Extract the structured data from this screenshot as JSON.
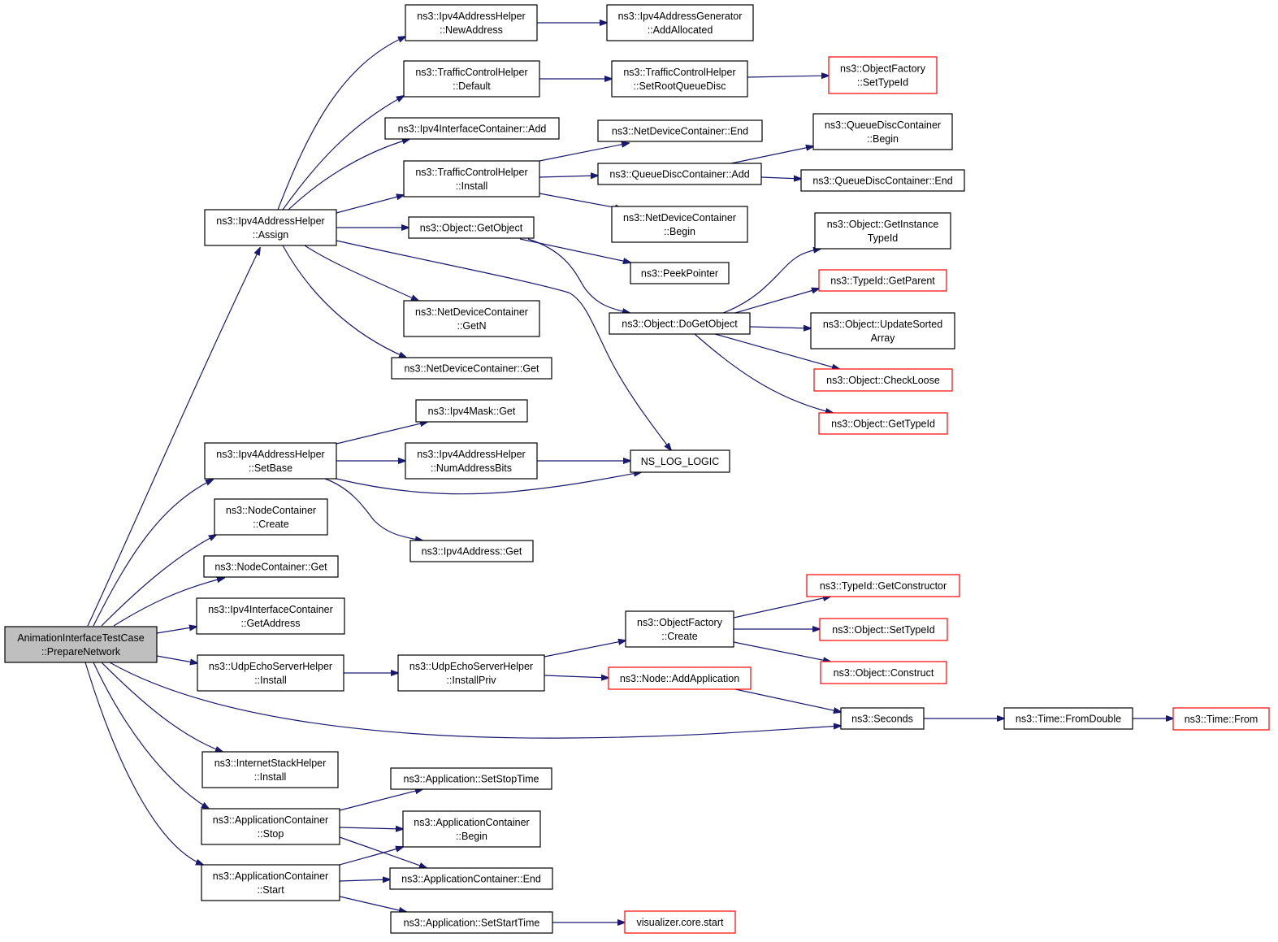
{
  "graph": {
    "edge_color": "#191970",
    "highlight_border_color": "#ff0000",
    "root_fill": "#bfbfbf",
    "nodes": {
      "root": [
        "AnimationInterfaceTestCase",
        "::PrepareNetwork"
      ],
      "assign": [
        "ns3::Ipv4AddressHelper",
        "::Assign"
      ],
      "newaddr": [
        "ns3::Ipv4AddressHelper",
        "::NewAddress"
      ],
      "addalloc": [
        "ns3::Ipv4AddressGenerator",
        "::AddAllocated"
      ],
      "tchdefault": [
        "ns3::TrafficControlHelper",
        "::Default"
      ],
      "setroot": [
        "ns3::TrafficControlHelper",
        "::SetRootQueueDisc"
      ],
      "ofsettype": [
        "ns3::ObjectFactory",
        "::SetTypeId"
      ],
      "ific_add": [
        "ns3::Ipv4InterfaceContainer::Add"
      ],
      "ndc_end": [
        "ns3::NetDeviceContainer::End"
      ],
      "qdc_begin": [
        "ns3::QueueDiscContainer",
        "::Begin"
      ],
      "tch_install": [
        "ns3::TrafficControlHelper",
        "::Install"
      ],
      "qdc_add": [
        "ns3::QueueDiscContainer::Add"
      ],
      "qdc_end": [
        "ns3::QueueDiscContainer::End"
      ],
      "ndc_begin": [
        "ns3::NetDeviceContainer",
        "::Begin"
      ],
      "getobject": [
        "ns3::Object::GetObject"
      ],
      "getinst": [
        "ns3::Object::GetInstance",
        "TypeId"
      ],
      "peek": [
        "ns3::PeekPointer"
      ],
      "getparent": [
        "ns3::TypeId::GetParent"
      ],
      "dogetobject": [
        "ns3::Object::DoGetObject"
      ],
      "updsorted": [
        "ns3::Object::UpdateSorted",
        "Array"
      ],
      "ndc_getn": [
        "ns3::NetDeviceContainer",
        "::GetN"
      ],
      "checkloose": [
        "ns3::Object::CheckLoose"
      ],
      "ndc_get": [
        "ns3::NetDeviceContainer::Get"
      ],
      "gettypeid": [
        "ns3::Object::GetTypeId"
      ],
      "mask_get": [
        "ns3::Ipv4Mask::Get"
      ],
      "setbase": [
        "ns3::Ipv4AddressHelper",
        "::SetBase"
      ],
      "numaddr": [
        "ns3::Ipv4AddressHelper",
        "::NumAddressBits"
      ],
      "nslog": [
        "NS_LOG_LOGIC"
      ],
      "nc_create": [
        "ns3::NodeContainer",
        "::Create"
      ],
      "addr_get": [
        "ns3::Ipv4Address::Get"
      ],
      "nc_get": [
        "ns3::NodeContainer::Get"
      ],
      "getctor": [
        "ns3::TypeId::GetConstructor"
      ],
      "ific_getaddr": [
        "ns3::Ipv4InterfaceContainer",
        "::GetAddress"
      ],
      "of_create": [
        "ns3::ObjectFactory",
        "::Create"
      ],
      "obj_settype": [
        "ns3::Object::SetTypeId"
      ],
      "udp_install": [
        "ns3::UdpEchoServerHelper",
        "::Install"
      ],
      "udp_priv": [
        "ns3::UdpEchoServerHelper",
        "::InstallPriv"
      ],
      "construct": [
        "ns3::Object::Construct"
      ],
      "addapp": [
        "ns3::Node::AddApplication"
      ],
      "seconds": [
        "ns3::Seconds"
      ],
      "fromdouble": [
        "ns3::Time::FromDouble"
      ],
      "from": [
        "ns3::Time::From"
      ],
      "ish_install": [
        "ns3::InternetStackHelper",
        "::Install"
      ],
      "setstop": [
        "ns3::Application::SetStopTime"
      ],
      "ac_stop": [
        "ns3::ApplicationContainer",
        "::Stop"
      ],
      "ac_begin": [
        "ns3::ApplicationContainer",
        "::Begin"
      ],
      "ac_end": [
        "ns3::ApplicationContainer::End"
      ],
      "ac_start": [
        "ns3::ApplicationContainer",
        "::Start"
      ],
      "setstart": [
        "ns3::Application::SetStartTime"
      ],
      "vis": [
        "visualizer.core.start"
      ]
    }
  }
}
